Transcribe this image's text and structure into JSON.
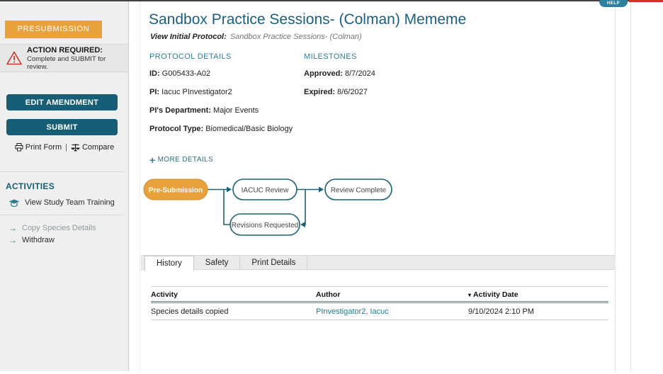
{
  "header": {
    "help_label": "HELP"
  },
  "icons": {
    "arrow": "→"
  },
  "sidebar": {
    "state_banner": "PRESUBMISSION",
    "alert": {
      "title": "ACTION REQUIRED:",
      "subtitle": "Complete and SUBMIT for review."
    },
    "buttons": [
      {
        "label": "EDIT AMENDMENT"
      },
      {
        "label": "SUBMIT"
      }
    ],
    "links": {
      "print_form": "Print Form",
      "separator": "|",
      "compare": "Compare"
    },
    "activities": {
      "title": "ACTIVITIES",
      "items": [
        {
          "label": "View Study Team Training",
          "icon": "graduation-cap"
        },
        {
          "label": "Copy Species Details",
          "icon": "arrow-right"
        },
        {
          "label": "Withdraw",
          "icon": "arrow-right"
        }
      ]
    }
  },
  "main": {
    "title": "Sandbox Practice Sessions- (Colman) Mememe",
    "subtitle_label": "View Initial Protocol:",
    "subtitle_link": "Sandbox Practice Sessions- (Colman)",
    "protocol_details": {
      "title": "PROTOCOL DETAILS",
      "fields": [
        {
          "label": "ID:",
          "value": "G005433-A02"
        },
        {
          "label": "PI:",
          "value": "Iacuc PInvestigator2"
        },
        {
          "label": "PI's Department:",
          "value": "Major Events"
        },
        {
          "label": "Protocol Type:",
          "value": "Biomedical/Basic Biology"
        }
      ]
    },
    "milestones": {
      "title": "MILESTONES",
      "fields": [
        {
          "label": "Approved:",
          "value": "8/7/2024"
        },
        {
          "label": "Expired:",
          "value": "8/6/2027"
        }
      ]
    },
    "more_details": {
      "plus": "+",
      "label": "MORE DETAILS"
    },
    "workflow": {
      "nodes": [
        {
          "label": "Pre-Submission",
          "state": "current"
        },
        {
          "label": "IACUC Review",
          "state": "future"
        },
        {
          "label": "Review Complete",
          "state": "future"
        },
        {
          "label": "Revisions Requested",
          "state": "future"
        }
      ]
    },
    "tabs": [
      {
        "label": "History",
        "active": true
      },
      {
        "label": "Safety",
        "active": false
      },
      {
        "label": "Print Details",
        "active": false
      }
    ],
    "history_table": {
      "columns": [
        "Activity",
        "Author",
        "Activity Date"
      ],
      "sort_indicator": "▾",
      "sorted_column": "Activity Date",
      "rows": [
        {
          "activity": "Species details copied",
          "author": "PInvestigator2, Iacuc",
          "date": "9/10/2024 2:10 PM"
        }
      ]
    }
  },
  "colors": {
    "status_orange": "#E9A13B",
    "teal_button": "#155E75",
    "teal_section_header": "#2F7E8E",
    "title_teal": "#1B5E7E",
    "link_teal": "#1D7A8C",
    "alert_red": "#C0392B",
    "top_red_accent": "#C8352A",
    "help_teal": "#2F7E9B",
    "sidebar_gray": "#EFEFEF"
  }
}
